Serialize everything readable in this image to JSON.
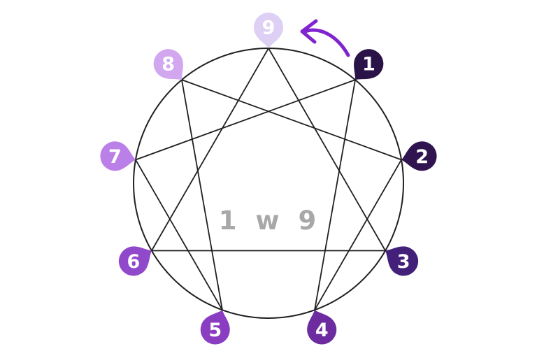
{
  "diagram": {
    "name": "enneagram-wing-diagram",
    "center_label": "1 w 9",
    "center_label_color": "#a8a8a8",
    "circle_color": "#202020",
    "line_color": "#202020",
    "number_color": "#ffffff",
    "arrow": {
      "color": "#7f24cf",
      "direction": "counterclockwise",
      "from_point": "1",
      "to_point": "9"
    },
    "points": [
      {
        "number": "9",
        "angle_deg": 0,
        "color": "#ded0f5"
      },
      {
        "number": "1",
        "angle_deg": 40,
        "color": "#2a1347"
      },
      {
        "number": "2",
        "angle_deg": 80,
        "color": "#2f1450"
      },
      {
        "number": "3",
        "angle_deg": 120,
        "color": "#43217b"
      },
      {
        "number": "4",
        "angle_deg": 160,
        "color": "#6c2b9f"
      },
      {
        "number": "5",
        "angle_deg": 200,
        "color": "#8a3dc1"
      },
      {
        "number": "6",
        "angle_deg": 240,
        "color": "#9149cb"
      },
      {
        "number": "7",
        "angle_deg": 280,
        "color": "#bb7fe8"
      },
      {
        "number": "8",
        "angle_deg": 320,
        "color": "#d2a7f0"
      }
    ],
    "connections": [
      [
        "9",
        "3"
      ],
      [
        "3",
        "6"
      ],
      [
        "6",
        "9"
      ],
      [
        "1",
        "4"
      ],
      [
        "4",
        "2"
      ],
      [
        "2",
        "8"
      ],
      [
        "8",
        "5"
      ],
      [
        "5",
        "7"
      ],
      [
        "7",
        "1"
      ]
    ]
  }
}
